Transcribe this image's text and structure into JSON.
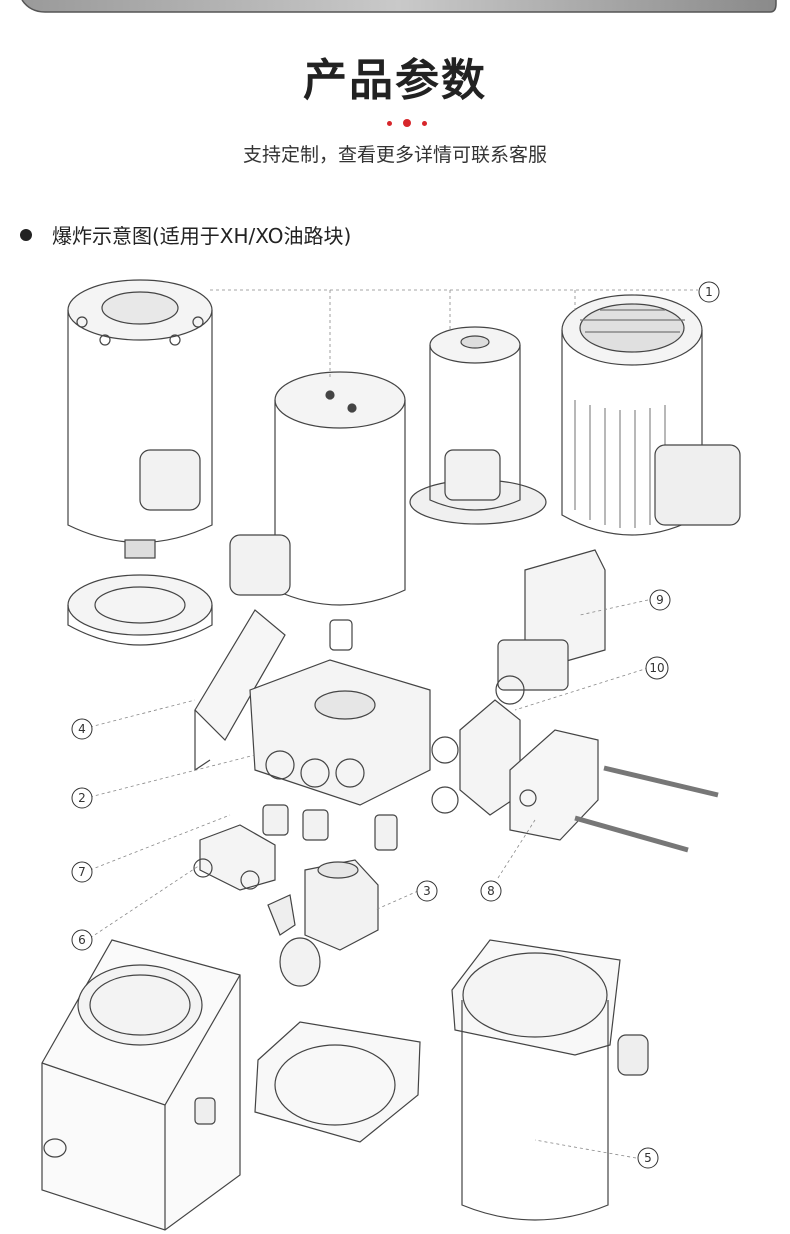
{
  "section": {
    "title": "产品参数",
    "subtitle": "支持定制，查看更多详情可联系客服",
    "accent_color": "#d7262b"
  },
  "diagram": {
    "heading": "爆炸示意图(适用于XH/XO油路块)",
    "callouts": [
      "1",
      "2",
      "3",
      "4",
      "5",
      "6",
      "7",
      "8",
      "9",
      "10"
    ]
  }
}
